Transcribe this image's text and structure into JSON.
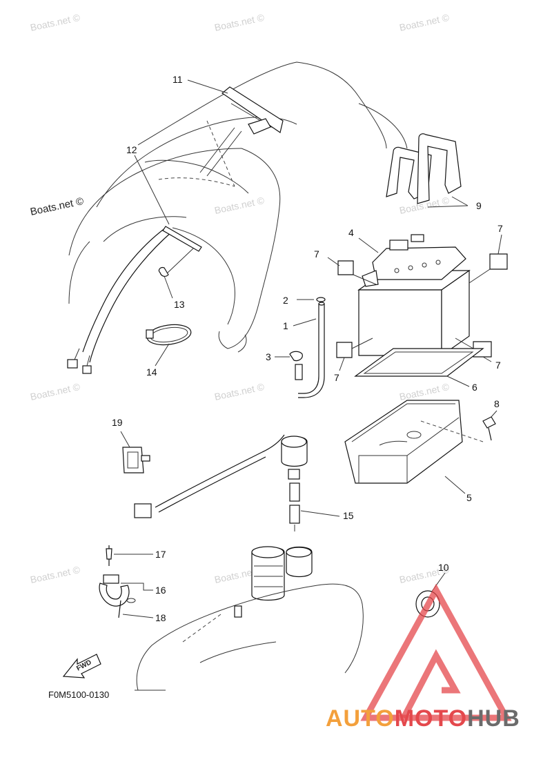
{
  "watermark": "Boats.net ©",
  "drawing_code": "F0M5100-0130",
  "fwd_label": "FWD",
  "brand": {
    "part1": "AUTO",
    "part2": "MOTO",
    "part3": "HUB",
    "color_auto": "#f3a03c",
    "color_moto": "#e4484c",
    "color_hub": "#6b6b6b",
    "triangle_color": "#e4484c"
  },
  "callouts": {
    "c1": "1",
    "c2": "2",
    "c3": "3",
    "c4": "4",
    "c5": "5",
    "c6": "6",
    "c7a": "7",
    "c7b": "7",
    "c7c": "7",
    "c7d": "7",
    "c8": "8",
    "c9": "9",
    "c10": "10",
    "c11": "11",
    "c12": "12",
    "c13": "13",
    "c14": "14",
    "c15": "15",
    "c16": "16",
    "c17": "17",
    "c18": "18",
    "c19": "19"
  }
}
